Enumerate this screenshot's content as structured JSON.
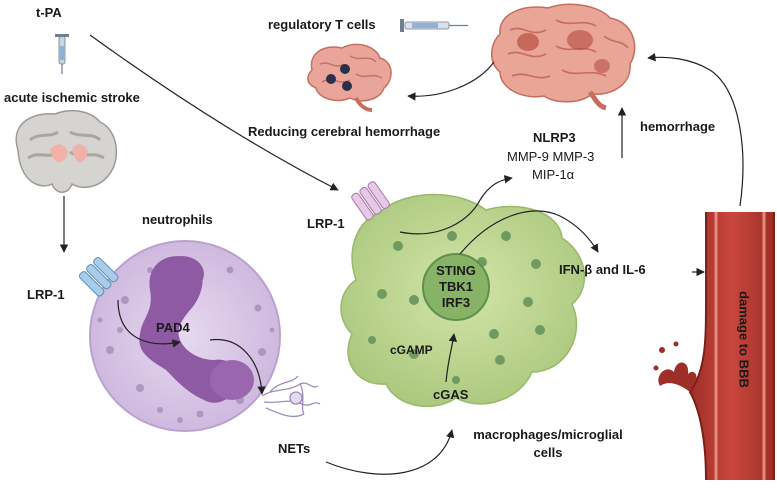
{
  "labels": {
    "tpa": "t-PA",
    "acute_stroke": "acute ischemic stroke",
    "treg": "regulatory T cells",
    "reducing": "Reducing cerebral hemorrhage",
    "nlrp3": "NLRP3",
    "mmp": "MMP-9 MMP-3",
    "mip": "MIP-1α",
    "hemorrhage": "hemorrhage",
    "neutrophils": "neutrophils",
    "lrp1_left": "LRP-1",
    "lrp1_mid": "LRP-1",
    "pad4": "PAD4",
    "nets": "NETs",
    "sting": "STING",
    "tbk1": "TBK1",
    "irf3": "IRF3",
    "cgamp": "cGAMP",
    "cgas": "cGAS",
    "ifn": "IFN-β and IL-6",
    "macro_1": "macrophages/microglial",
    "macro_2": "cells",
    "bbb": "damage to BBB"
  },
  "colors": {
    "neutrophil_fill": "#d9c8e6",
    "nucleus": "#8e5aa3",
    "microglia": "#bcd58b",
    "microglia_dot": "#6f9b62",
    "nucleus_green": "#7fae64",
    "brain": "#e9a596",
    "vessel": "#b43a32"
  }
}
